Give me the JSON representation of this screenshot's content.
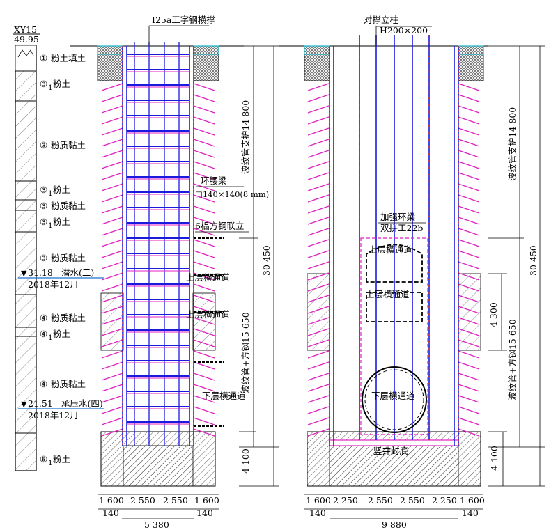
{
  "borehole": {
    "id": "XY15",
    "elevation": "49.95",
    "layers": [
      {
        "label": "①",
        "name": "粉土填土"
      },
      {
        "label": "③",
        "sub": "1",
        "name": "粉土"
      },
      {
        "label": "③",
        "name": "粉质黏土"
      },
      {
        "label": "③",
        "sub": "1",
        "name": "粉土"
      },
      {
        "label": "③",
        "name": "粉质黏土"
      },
      {
        "label": "③",
        "sub": "1",
        "name": "粉土"
      },
      {
        "label": "③",
        "name": "粉质黏土"
      },
      {
        "label": "④",
        "name": "粉质黏土"
      },
      {
        "label": "④",
        "sub": "1",
        "name": "粉土"
      },
      {
        "label": "④",
        "name": "粉质黏土"
      },
      {
        "label": "⑥",
        "sub": "1",
        "name": "粉土"
      }
    ],
    "water_levels": [
      {
        "level": "31.18",
        "type": "潜水(二)",
        "date": "2018年12月"
      },
      {
        "level": "21.51",
        "type": "承压水(四)",
        "date": "2018年12月"
      }
    ]
  },
  "left_section": {
    "strut_label": "I25a工字钢横撑",
    "waist_beam_label": "环腰梁",
    "waist_beam_size": "□140×140(8 mm)",
    "square_steel_label": "6榀方钢联立",
    "upper_passage": "上层横通道",
    "lower_passage": "下层横通道",
    "support_upper": "波纹管支护14 800",
    "support_lower": "波纹管+方钢15 650",
    "total_depth": "30 450",
    "bottom_depth": "4 100",
    "dims_top": [
      "1 600",
      "2 550",
      "2 550",
      "1 600"
    ],
    "dims_bottom": [
      "140",
      "5 380",
      "140"
    ]
  },
  "right_section": {
    "column_label": "对撑立柱",
    "column_size": "H200×200",
    "ring_beam_label": "加强环梁",
    "ring_beam_size": "双拼工22b",
    "upper_passage": "上层横通道",
    "lower_passage": "下层横通道",
    "seal_label": "竖井封底",
    "support_upper": "波纹管支护14 800",
    "support_lower": "波纹管+方钢15 650",
    "total_depth": "30 450",
    "passage_height": "4 300",
    "bottom_depth": "4 100",
    "dims_top": [
      "1 600",
      "2 250",
      "2 550",
      "2 550",
      "2 250",
      "1 600"
    ],
    "dims_bottom": [
      "140",
      "9 880",
      "140"
    ]
  },
  "colors": {
    "pipe": "#1a1adf",
    "strut_red": "#e02020",
    "hatch_magenta": "#e020c0",
    "water": "#1a70d0",
    "surface_cyan": "#18b8c8",
    "black": "#000000"
  }
}
